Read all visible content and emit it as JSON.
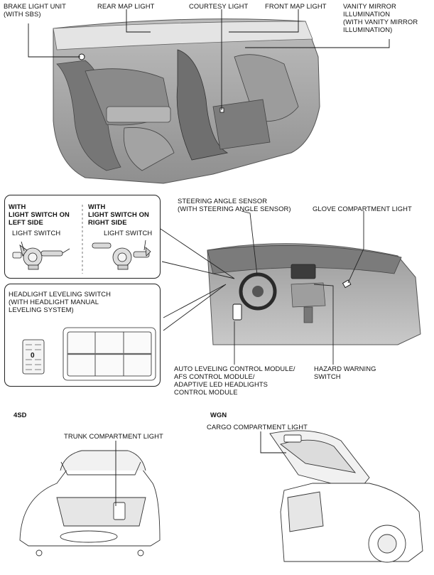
{
  "top_labels": {
    "brake_light_unit": "BRAKE LIGHT UNIT\n(WITH SBS)",
    "rear_map_light": "REAR MAP LIGHT",
    "courtesy_light": "COURTESY LIGHT",
    "front_map_light": "FRONT MAP LIGHT",
    "vanity_mirror": "VANITY MIRROR\nILLUMINATION\n(WITH VANITY MIRROR\nILLUMINATION)"
  },
  "switch_panel": {
    "left_heading": "WITH\nLIGHT SWITCH ON\nLEFT SIDE",
    "right_heading": "WITH\nLIGHT SWITCH ON\nRIGHT SIDE",
    "left_switch": "LIGHT SWITCH",
    "right_switch": "LIGHT SWITCH"
  },
  "leveling_panel": {
    "heading": "HEADLIGHT LEVELING SWITCH\n(WITH HEADLIGHT MANUAL\nLEVELING SYSTEM)",
    "dial_value": "0"
  },
  "dash_labels": {
    "steering_angle_sensor": "STEERING ANGLE SENSOR\n(WITH STEERING ANGLE SENSOR)",
    "glove_compartment": "GLOVE COMPARTMENT LIGHT",
    "auto_leveling": "AUTO LEVELING CONTROL MODULE/\nAFS CONTROL MODULE/\nADAPTIVE LED HEADLIGHTS\nCONTROL MODULE",
    "hazard_warning": "HAZARD WARNING\nSWITCH"
  },
  "bottom": {
    "sedan_tag": "4SD",
    "wagon_tag": "WGN",
    "trunk_light": "TRUNK COMPARTMENT LIGHT",
    "cargo_light": "CARGO COMPARTMENT LIGHT"
  }
}
